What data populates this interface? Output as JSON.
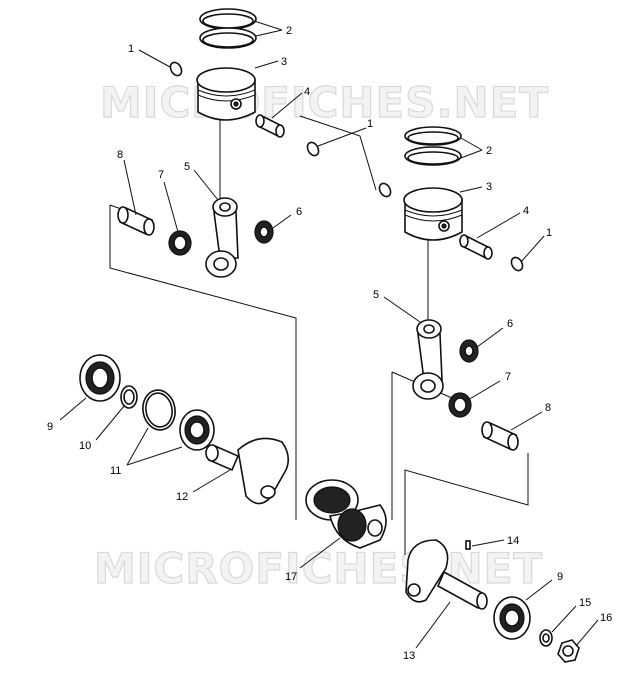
{
  "watermarks": [
    "MICROFICHES.NET",
    "MICROFICHES.NET"
  ],
  "callouts": [
    "1",
    "2",
    "3",
    "4",
    "1",
    "2",
    "3",
    "4",
    "1",
    "8",
    "7",
    "5",
    "6",
    "5",
    "6",
    "7",
    "8",
    "9",
    "10",
    "11",
    "12",
    "17",
    "14",
    "9",
    "15",
    "16",
    "13"
  ]
}
